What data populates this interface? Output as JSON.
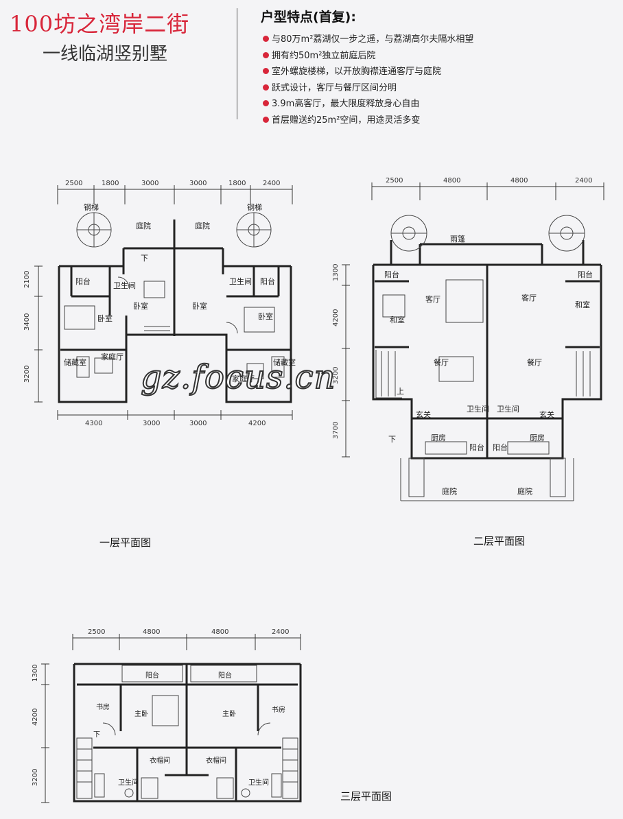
{
  "header": {
    "title": "100坊之湾岸二街",
    "subtitle": "一线临湖竖别墅"
  },
  "features": {
    "title": "户型特点(首复):",
    "items": [
      "与80万m²荔湖仅一步之遥，与荔湖高尔夫隔水相望",
      "拥有约50m²独立前庭后院",
      "室外螺旋楼梯，以开放胸襟连通客厅与庭院",
      "跃式设计，客厅与餐厅区间分明",
      "3.9m高客厅，最大限度释放身心自由",
      "首层赠送约25m²空间，用途灵活多变"
    ]
  },
  "watermark": "gz.focus.cn",
  "colors": {
    "accent": "#d8263a",
    "background": "#f4f4f6",
    "line": "#333333"
  },
  "plans": {
    "floor1": {
      "label": "一层平面图",
      "dims_top": [
        "2500",
        "1800",
        "3000",
        "3000",
        "1800",
        "2400"
      ],
      "dims_bottom": [
        "4300",
        "3000",
        "3000",
        "4200"
      ],
      "dims_left": [
        "2100",
        "3400",
        "3200"
      ],
      "rooms": {
        "stair_l": "钢梯",
        "stair_r": "钢梯",
        "yard_l": "庭院",
        "yard_r": "庭院",
        "balcony_l": "阳台",
        "bath_l": "卫生间",
        "bath_r": "卫生间",
        "balcony_r": "阳台",
        "bed_ll": "卧室",
        "bed_lm": "卧室",
        "bed_c": "卧室",
        "bed_r": "卧室",
        "storage_l": "储藏室",
        "family_l": "家庭厅",
        "family_r": "家庭厅",
        "storage_r": "储藏室",
        "down": "下"
      }
    },
    "floor2": {
      "label": "二层平面图",
      "dims_top": [
        "2500",
        "4800",
        "4800",
        "2400"
      ],
      "dims_left": [
        "1300",
        "4200",
        "3200",
        "3700"
      ],
      "rooms": {
        "canopy": "雨篷",
        "balcony_l": "阳台",
        "balcony_r": "阳台",
        "living_l": "客厅",
        "living_r": "客厅",
        "tatami_l": "和室",
        "tatami_r": "和室",
        "dining_l": "餐厅",
        "dining_r": "餐厅",
        "foyer_l": "玄关",
        "foyer_r": "玄关",
        "bath_l": "卫生间",
        "bath_r": "卫生间",
        "kitchen_l": "厨房",
        "kitchen_r": "厨房",
        "balcony_bl": "阳台",
        "balcony_br": "阳台",
        "yard_l": "庭院",
        "yard_r": "庭院",
        "up": "上",
        "down": "下"
      }
    },
    "floor3": {
      "label": "三层平面图",
      "dims_top": [
        "2500",
        "4800",
        "4800",
        "2400"
      ],
      "dims_left": [
        "1300",
        "4200",
        "3200"
      ],
      "rooms": {
        "balcony_l": "阳台",
        "balcony_r": "阳台",
        "study_l": "书房",
        "study_r": "书房",
        "master_l": "主卧",
        "master_r": "主卧",
        "closet_l": "衣帽间",
        "closet_r": "衣帽间",
        "bath_l": "卫生间",
        "bath_r": "卫生间",
        "down": "下"
      }
    }
  }
}
